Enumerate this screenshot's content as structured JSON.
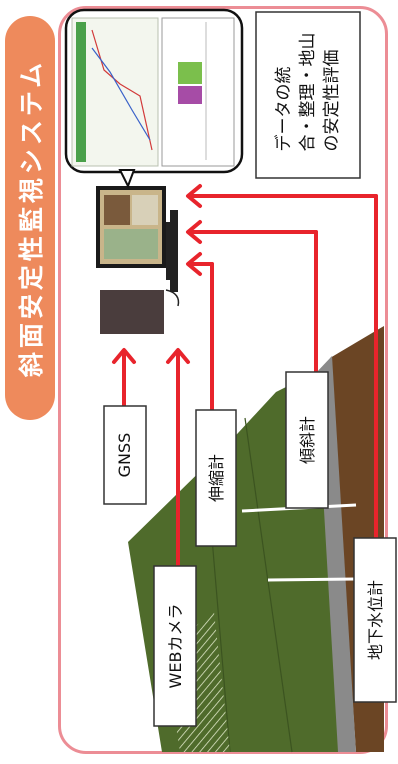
{
  "title": "斜面安定性監視システム",
  "callout_lines": [
    "データの統",
    "合・整理・地山",
    "の安定性評価"
  ],
  "sensors": {
    "gnss": "GNSS",
    "extensometer": "伸縮計",
    "inclinometer": "傾斜計",
    "web_camera": "WEBカメラ",
    "groundwater_gauge": "地下水位計"
  },
  "colors": {
    "frame": "#ec8d95",
    "title_tab": "#ee8a5c",
    "arrow": "#e8242c",
    "slope": "#4f6b2b",
    "soil": "#6b4524"
  }
}
